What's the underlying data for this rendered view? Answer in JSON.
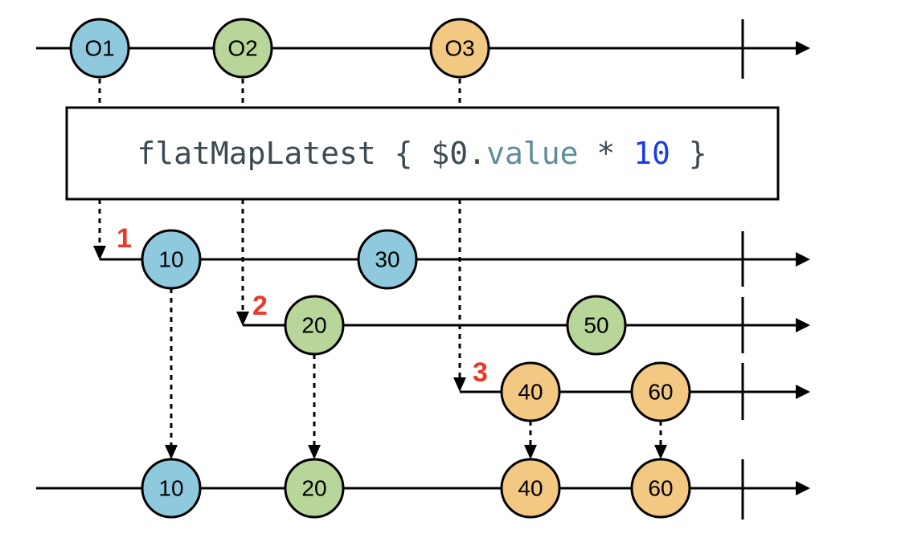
{
  "colors": {
    "blue": "#8ec9dd",
    "green": "#b8d69a",
    "orange": "#f2c883",
    "step": "#e8392b",
    "code_default": "#3c4a52",
    "code_property": "#5c8e9a",
    "code_number": "#1a3fe0"
  },
  "operator": {
    "tokens": [
      {
        "text": "flatMapLatest { $0.",
        "color": "code_default"
      },
      {
        "text": "value",
        "color": "code_property"
      },
      {
        "text": " * ",
        "color": "code_default"
      },
      {
        "text": "10",
        "color": "code_number"
      },
      {
        "text": " }",
        "color": "code_default"
      }
    ]
  },
  "source": {
    "marbles": [
      {
        "label": "O1",
        "color": "blue"
      },
      {
        "label": "O2",
        "color": "green"
      },
      {
        "label": "O3",
        "color": "orange"
      }
    ]
  },
  "inner_streams": [
    {
      "step": "1",
      "marbles": [
        {
          "label": "10",
          "color": "blue"
        },
        {
          "label": "30",
          "color": "blue"
        }
      ]
    },
    {
      "step": "2",
      "marbles": [
        {
          "label": "20",
          "color": "green"
        },
        {
          "label": "50",
          "color": "green"
        }
      ]
    },
    {
      "step": "3",
      "marbles": [
        {
          "label": "40",
          "color": "orange"
        },
        {
          "label": "60",
          "color": "orange"
        }
      ]
    }
  ],
  "output": {
    "marbles": [
      {
        "label": "10",
        "color": "blue"
      },
      {
        "label": "20",
        "color": "green"
      },
      {
        "label": "40",
        "color": "orange"
      },
      {
        "label": "60",
        "color": "orange"
      }
    ]
  }
}
